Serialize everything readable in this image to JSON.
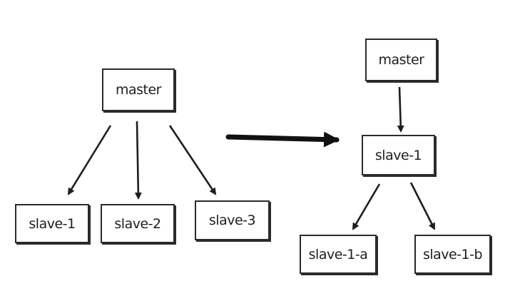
{
  "left_tree": {
    "root": "master",
    "children": [
      "slave-1",
      "slave-2",
      "slave-3"
    ]
  },
  "right_tree": {
    "root": "master",
    "middle": "slave-1",
    "children": [
      "slave-1-a",
      "slave-1-b"
    ]
  },
  "colors": {
    "stroke": "#2b2b2b",
    "text": "#1e1e1e",
    "background": "#ffffff"
  }
}
